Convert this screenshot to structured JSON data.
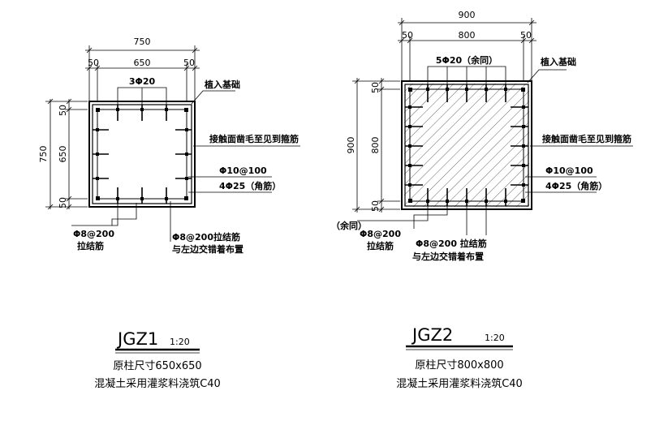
{
  "details": [
    {
      "id": "jgz1",
      "dims": {
        "top_total": "750",
        "top_left": "50",
        "top_mid": "650",
        "top_right": "50",
        "left_total": "750",
        "left_top": "50",
        "left_mid": "650",
        "left_bottom": "50"
      },
      "notes": {
        "top_bars": "3Φ20",
        "plant": "植入基础",
        "roughen": "接触面凿毛至见到箍筋",
        "stirrup": "Φ10@100",
        "corner_bars": "4Φ25（角筋）",
        "tie_left_1": "Φ8@200",
        "tie_left_2": "拉结筋",
        "tie_right_1": "Φ8@200拉结筋",
        "tie_right_2": "与左边交错着布置"
      },
      "title": {
        "name": "JGZ1",
        "scale": "1:20",
        "line1": "原柱尺寸650x650",
        "line2": "混凝土采用灌浆料浇筑C40"
      }
    },
    {
      "id": "jgz2",
      "dims": {
        "top_total": "900",
        "top_left": "50",
        "top_mid": "800",
        "top_right": "50",
        "left_total": "900",
        "left_top": "50",
        "left_mid": "800",
        "left_bottom": "50"
      },
      "notes": {
        "top_bars": "5Φ20（余同）",
        "plant": "植入基础",
        "roughen": "接触面凿毛至见到箍筋",
        "stirrup": "Φ10@100",
        "corner_bars": "4Φ25（角筋）",
        "same": "（余同）",
        "tie_left_1": "Φ8@200",
        "tie_left_2": "拉结筋",
        "tie_right_1": "Φ8@200 拉结筋",
        "tie_right_2": "与左边交错着布置"
      },
      "title": {
        "name": "JGZ2",
        "scale": "1:20",
        "line1": "原柱尺寸800x800",
        "line2": "混凝土采用灌浆料浇筑C40"
      }
    }
  ]
}
